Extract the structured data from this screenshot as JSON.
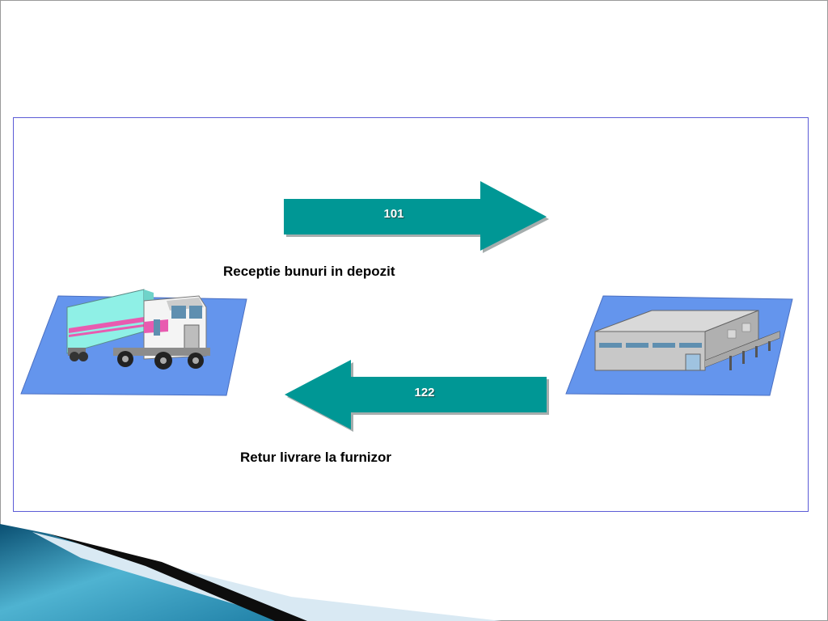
{
  "diagram": {
    "arrow_top": {
      "code": "101",
      "caption": "Receptie bunuri in depozit"
    },
    "arrow_bottom": {
      "code": "122",
      "caption": "Retur livrare la furnizor"
    },
    "left_node": {
      "icon": "truck-icon"
    },
    "right_node": {
      "icon": "warehouse-icon"
    }
  },
  "colors": {
    "arrow_fill": "#009795",
    "platform_fill": "#6495ed",
    "frame_border": "#5b5bd6"
  }
}
